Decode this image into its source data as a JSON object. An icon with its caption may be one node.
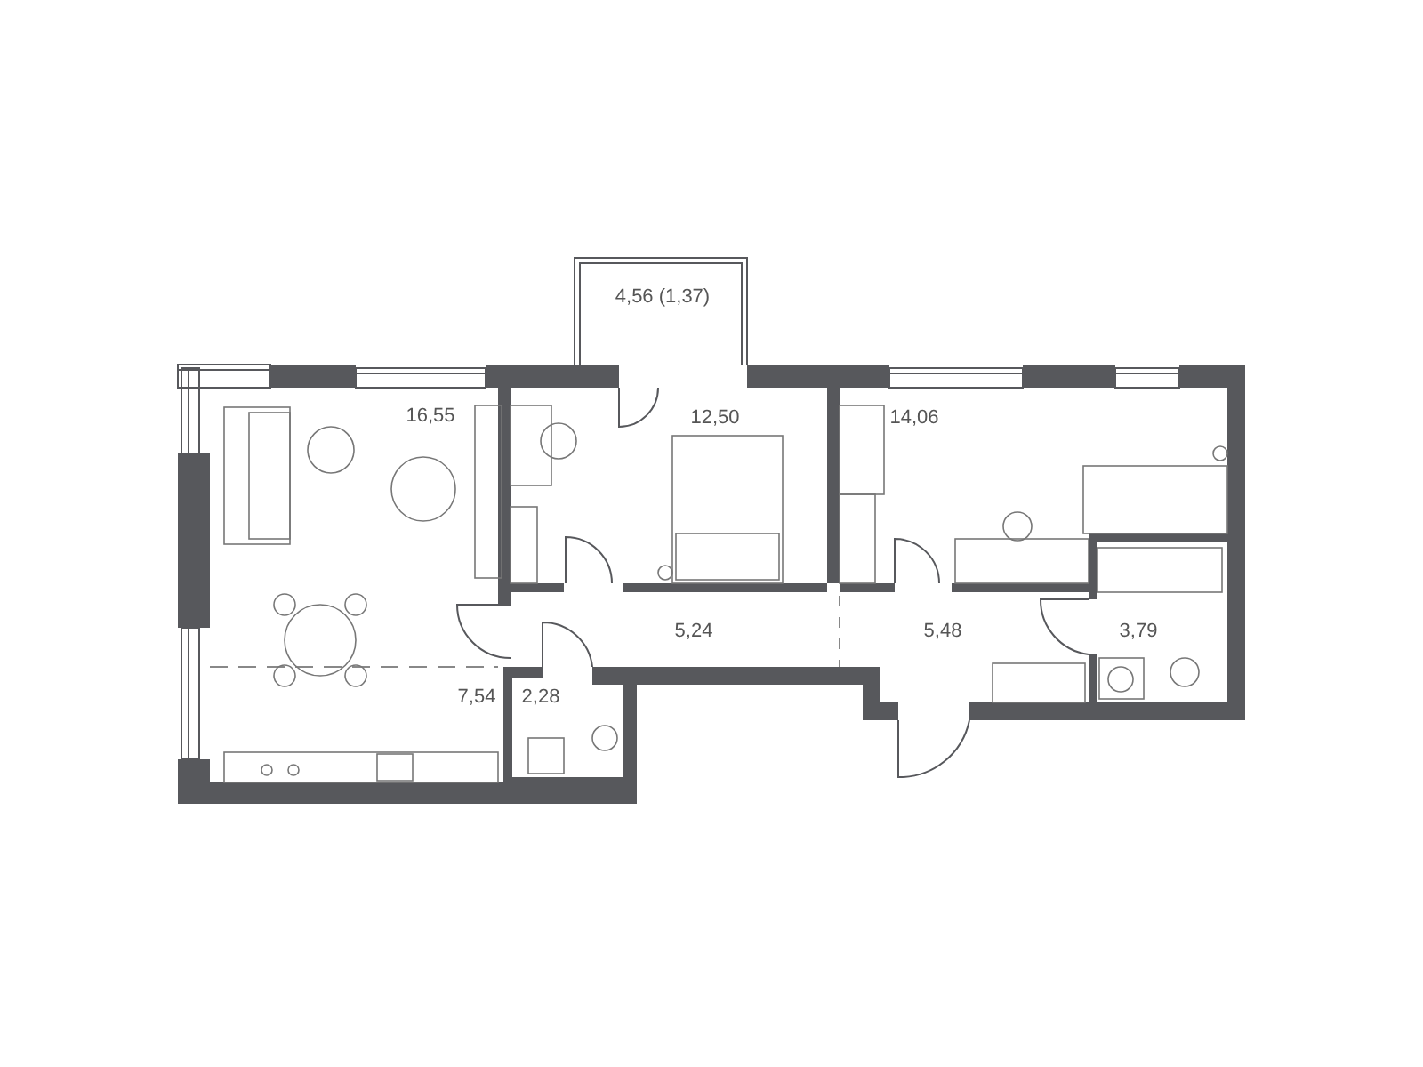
{
  "diagram": {
    "nodes": [
      {
        "text": [
          "4,56 (1,37)"
        ]
      },
      {
        "text": [
          "16,55"
        ]
      },
      {
        "text": [
          "12,50"
        ]
      },
      {
        "text": [
          "14,06"
        ]
      },
      {
        "text": [
          "5,24"
        ]
      },
      {
        "text": [
          "5,48"
        ]
      },
      {
        "text": [
          "3,79"
        ]
      },
      {
        "text": [
          "7,54"
        ]
      },
      {
        "text": [
          "2,28"
        ]
      }
    ]
  }
}
